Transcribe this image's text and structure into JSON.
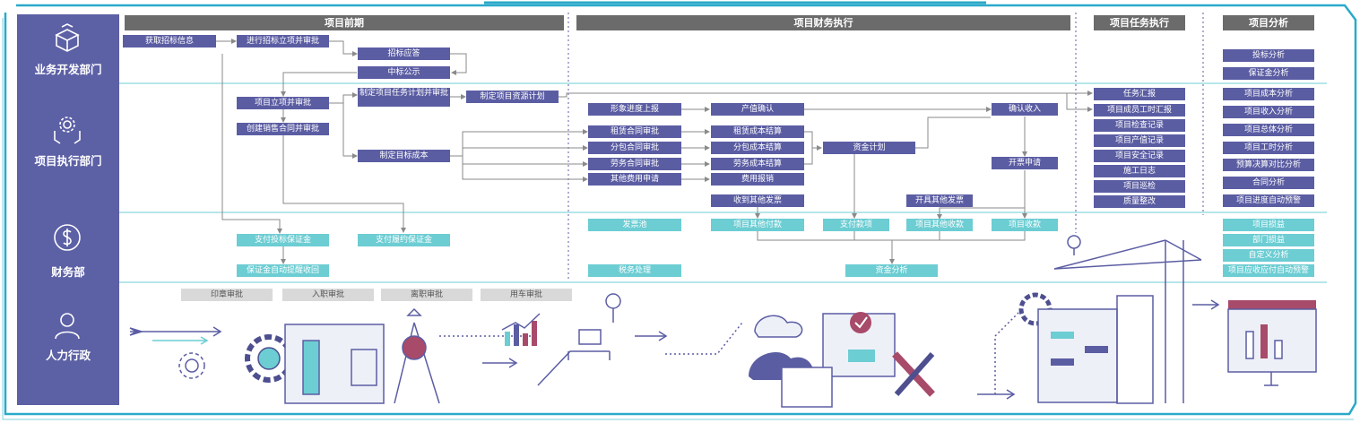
{
  "lanes": [
    "业务开发部门",
    "项目执行部门",
    "财务部",
    "人力行政"
  ],
  "headers": {
    "pre": "项目前期",
    "finance": "项目财务执行",
    "task": "项目任务执行",
    "analysis": "项目分析"
  },
  "pre": {
    "get_bid_info": "获取招标信息",
    "bid_approval": "进行招标立项并审批",
    "bid_response": "招标应答",
    "win_notice": "中标公示",
    "project_approval": "项目立项并审批",
    "sales_contract": "创建销售合同并审批",
    "task_plan": "制定项目任务计划并审批",
    "resource_plan": "制定项目资源计划",
    "target_cost": "制定目标成本",
    "pay_bid_deposit": "支付投标保证金",
    "pay_perf_deposit": "支付履约保证金",
    "deposit_recovery": "保证金自动提醒收回"
  },
  "finance": {
    "progress_report": "形象进度上报",
    "output_confirm": "产值确认",
    "income_confirm": "确认收入",
    "lease_contract": "租赁合同审批",
    "sub_contract": "分包合同审批",
    "labor_contract": "劳务合同审批",
    "other_expense": "其他费用申请",
    "lease_settle": "租赁成本结算",
    "sub_settle": "分包成本结算",
    "labor_settle": "劳务成本结算",
    "expense_reimburse": "费用报销",
    "fund_plan": "资金计划",
    "invoice_apply": "开票申请",
    "receive_invoice": "收到其他发票",
    "issue_invoice": "开具其他发票",
    "invoice_pool": "发票池",
    "other_payment": "项目其他付款",
    "pay_funds": "支付款项",
    "other_receipt": "项目其他收款",
    "project_receipt": "项目收款",
    "tax": "税务处理",
    "fund_analysis": "资金分析"
  },
  "tasks": [
    "任务汇报",
    "项目成员工时汇报",
    "项目检查记录",
    "项目产值记录",
    "项目安全记录",
    "施工日志",
    "项目巡检",
    "质量整改"
  ],
  "analysis_biz": [
    "投标分析",
    "保证金分析"
  ],
  "analysis_exec": [
    "项目成本分析",
    "项目收入分析",
    "项目总体分析",
    "项目工时分析",
    "预算决算对比分析",
    "合同分析",
    "项目进度自动预警"
  ],
  "analysis_fin": [
    "项目损益",
    "部门损益",
    "自定义分析",
    "项目应收应付自动预警"
  ],
  "hr": [
    "印章审批",
    "入职审批",
    "离职审批",
    "用车审批"
  ],
  "colors": {
    "purple": "#5b5da3",
    "teal": "#6ccdd3",
    "grey_header": "#6b6b6b",
    "light_grey": "#d9d9d9",
    "frame_blue": "#2aa9c9"
  }
}
